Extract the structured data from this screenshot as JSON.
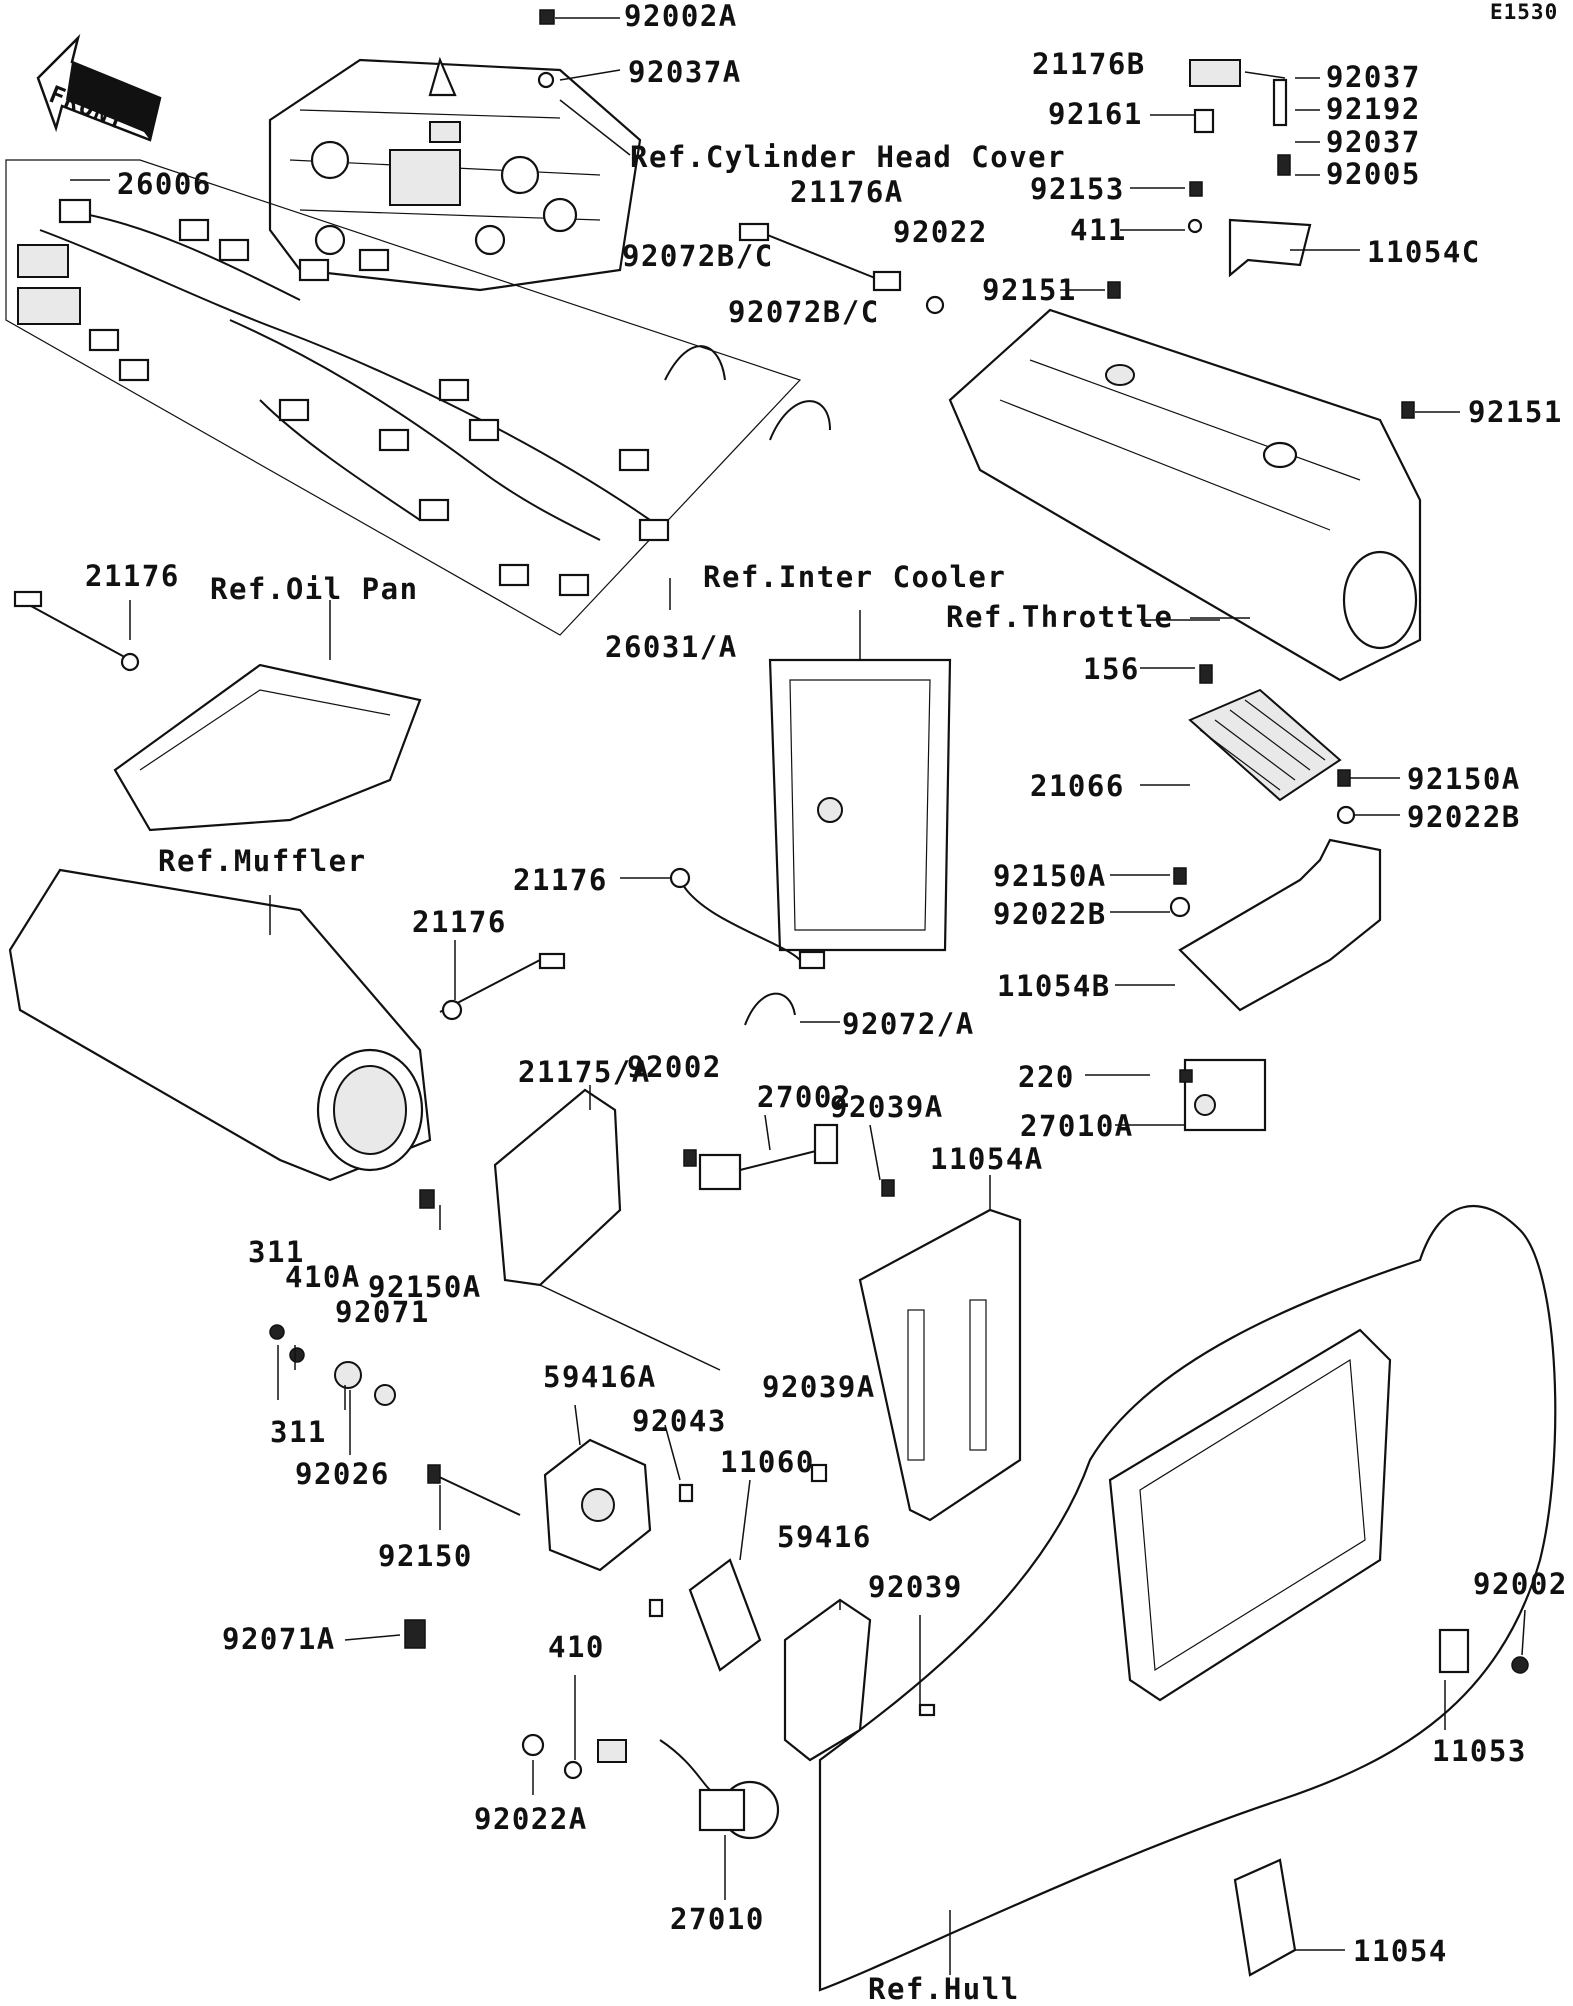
{
  "diagram_code": "E1530",
  "front_arrow": {
    "label": "FRONT",
    "icon": "front-arrow-icon"
  },
  "refs": {
    "cylinder_head_cover": "Ref.Cylinder Head Cover",
    "oil_pan": "Ref.Oil Pan",
    "inter_cooler": "Ref.Inter Cooler",
    "throttle": "Ref.Throttle",
    "muffler": "Ref.Muffler",
    "hull": "Ref.Hull"
  },
  "parts": {
    "p92002A": "92002A",
    "p92037A": "92037A",
    "p21176B": "21176B",
    "p92037_top": "92037",
    "p92161": "92161",
    "p92192": "92192",
    "p92037_mid": "92037",
    "p92005": "92005",
    "p92153": "92153",
    "p411": "411",
    "p11054C": "11054C",
    "p26006": "26006",
    "p21176A": "21176A",
    "p92022": "92022",
    "p92072BC_1": "92072B/C",
    "p92072BC_2": "92072B/C",
    "p92151_mid": "92151",
    "p92151_right": "92151",
    "p21176_top": "21176",
    "p26031A": "26031/A",
    "p156": "156",
    "p21066": "21066",
    "p92150A_right": "92150A",
    "p92022B_right": "92022B",
    "p92150A_mid": "92150A",
    "p92022B_mid": "92022B",
    "p11054B": "11054B",
    "p21176_mid": "21176",
    "p21176_low": "21176",
    "p92072A": "92072/A",
    "p220": "220",
    "p27010A": "27010A",
    "p21175A": "21175/A",
    "p92002": "92002",
    "p27002": "27002",
    "p92039A_top": "92039A",
    "p11054A": "11054A",
    "p311_top": "311",
    "p410A": "410A",
    "p92150A_left": "92150A",
    "p92071": "92071",
    "p59416A": "59416A",
    "p92039A_mid": "92039A",
    "p311_bot": "311",
    "p92043": "92043",
    "p11060": "11060",
    "p92026": "92026",
    "p92150": "92150",
    "p59416": "59416",
    "p92039": "92039",
    "p92002_right": "92002",
    "p92071A": "92071A",
    "p410": "410",
    "p11053": "11053",
    "p92022A": "92022A",
    "p27010": "27010",
    "p11054": "11054"
  }
}
